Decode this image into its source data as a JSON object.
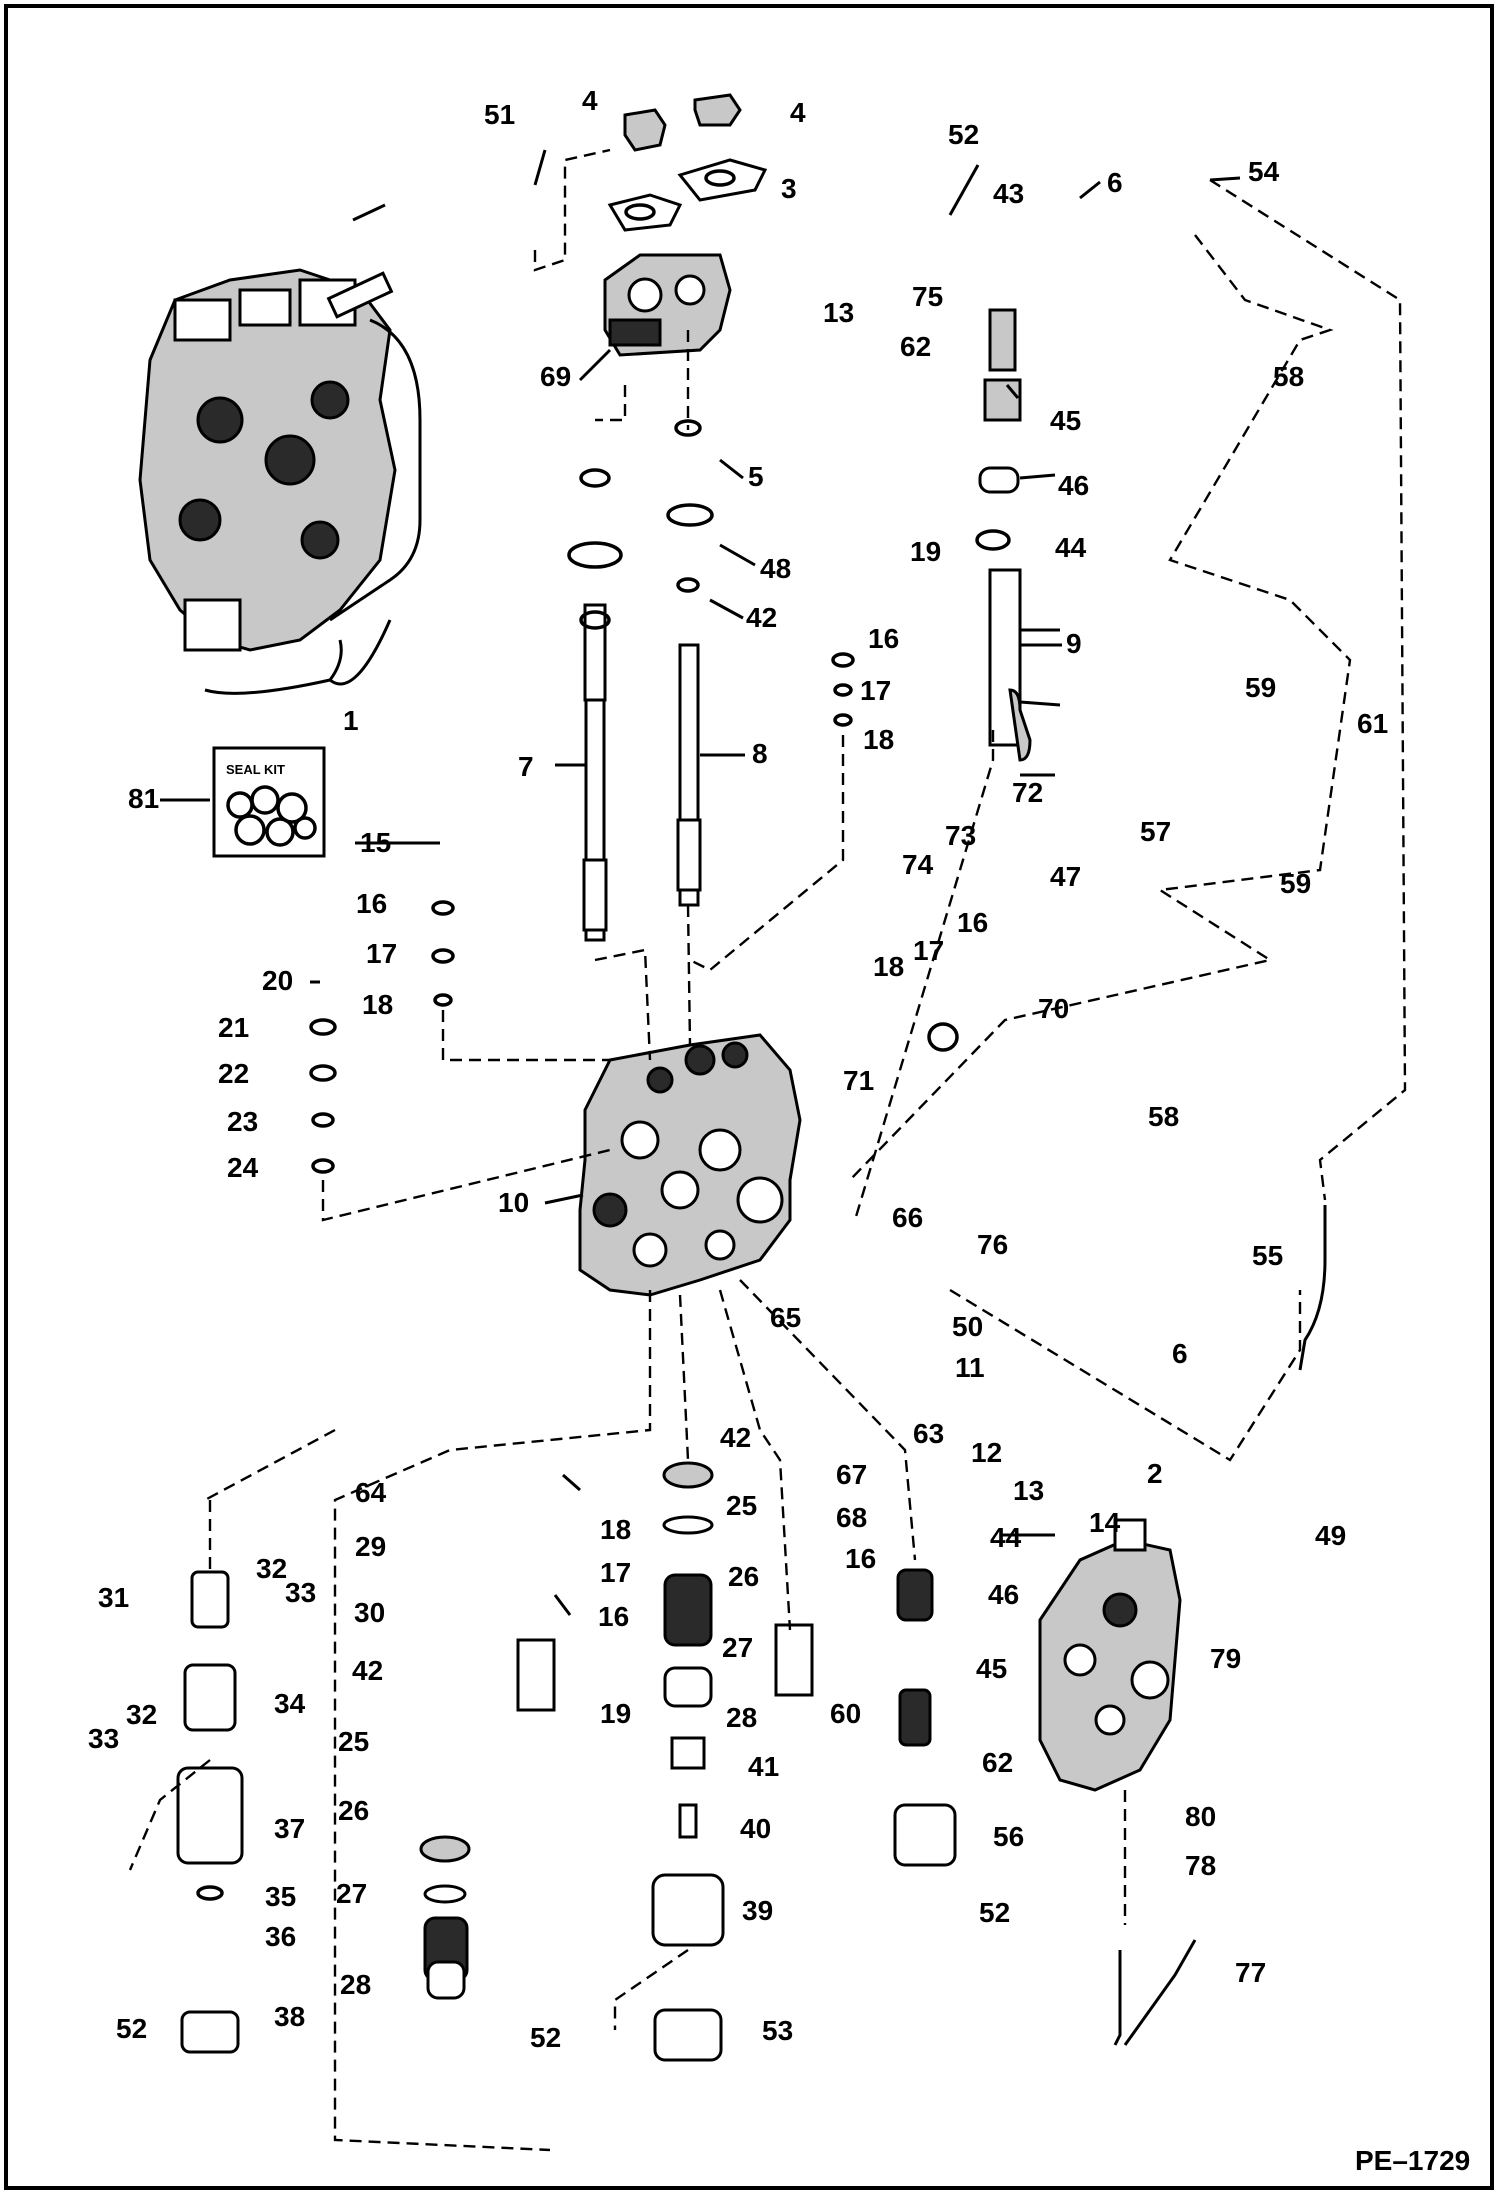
{
  "drawing_code": "PE–1729",
  "seal_kit_label": "SEAL KIT",
  "labels": {
    "1": "1",
    "2": "2",
    "3": "3",
    "4a": "4",
    "4b": "4",
    "5": "5",
    "6a": "6",
    "6b": "6",
    "7": "7",
    "8": "8",
    "9": "9",
    "10": "10",
    "11": "11",
    "12": "12",
    "13a": "13",
    "13b": "13",
    "14": "14",
    "15": "15",
    "16a": "16",
    "16b": "16",
    "16c": "16",
    "16d": "16",
    "16e": "16",
    "17a": "17",
    "17b": "17",
    "17c": "17",
    "17d": "17",
    "18a": "18",
    "18b": "18",
    "18c": "18",
    "18d": "18",
    "19a": "19",
    "19b": "19",
    "20": "20",
    "21": "21",
    "22": "22",
    "23": "23",
    "24": "24",
    "25a": "25",
    "25b": "25",
    "26a": "26",
    "26b": "26",
    "27a": "27",
    "27b": "27",
    "28a": "28",
    "28b": "28",
    "29": "29",
    "30": "30",
    "31": "31",
    "32a": "32",
    "32b": "32",
    "33a": "33",
    "33b": "33",
    "34": "34",
    "35": "35",
    "36": "36",
    "37": "37",
    "38": "38",
    "39": "39",
    "40": "40",
    "41": "41",
    "42a": "42",
    "42b": "42",
    "42c": "42",
    "43": "43",
    "44a": "44",
    "44b": "44",
    "45a": "45",
    "45b": "45",
    "46a": "46",
    "46b": "46",
    "47": "47",
    "48": "48",
    "49": "49",
    "50": "50",
    "51": "51",
    "52a": "52",
    "52b": "52",
    "52c": "52",
    "52d": "52",
    "53": "53",
    "54": "54",
    "55": "55",
    "56": "56",
    "57": "57",
    "58a": "58",
    "58b": "58",
    "59a": "59",
    "59b": "59",
    "60": "60",
    "61": "61",
    "62a": "62",
    "62b": "62",
    "63": "63",
    "64": "64",
    "65": "65",
    "66": "66",
    "67": "67",
    "68": "68",
    "69": "69",
    "70": "70",
    "71": "71",
    "72": "72",
    "73": "73",
    "74": "74",
    "75": "75",
    "76": "76",
    "77": "77",
    "78": "78",
    "79": "79",
    "80": "80",
    "81": "81"
  }
}
